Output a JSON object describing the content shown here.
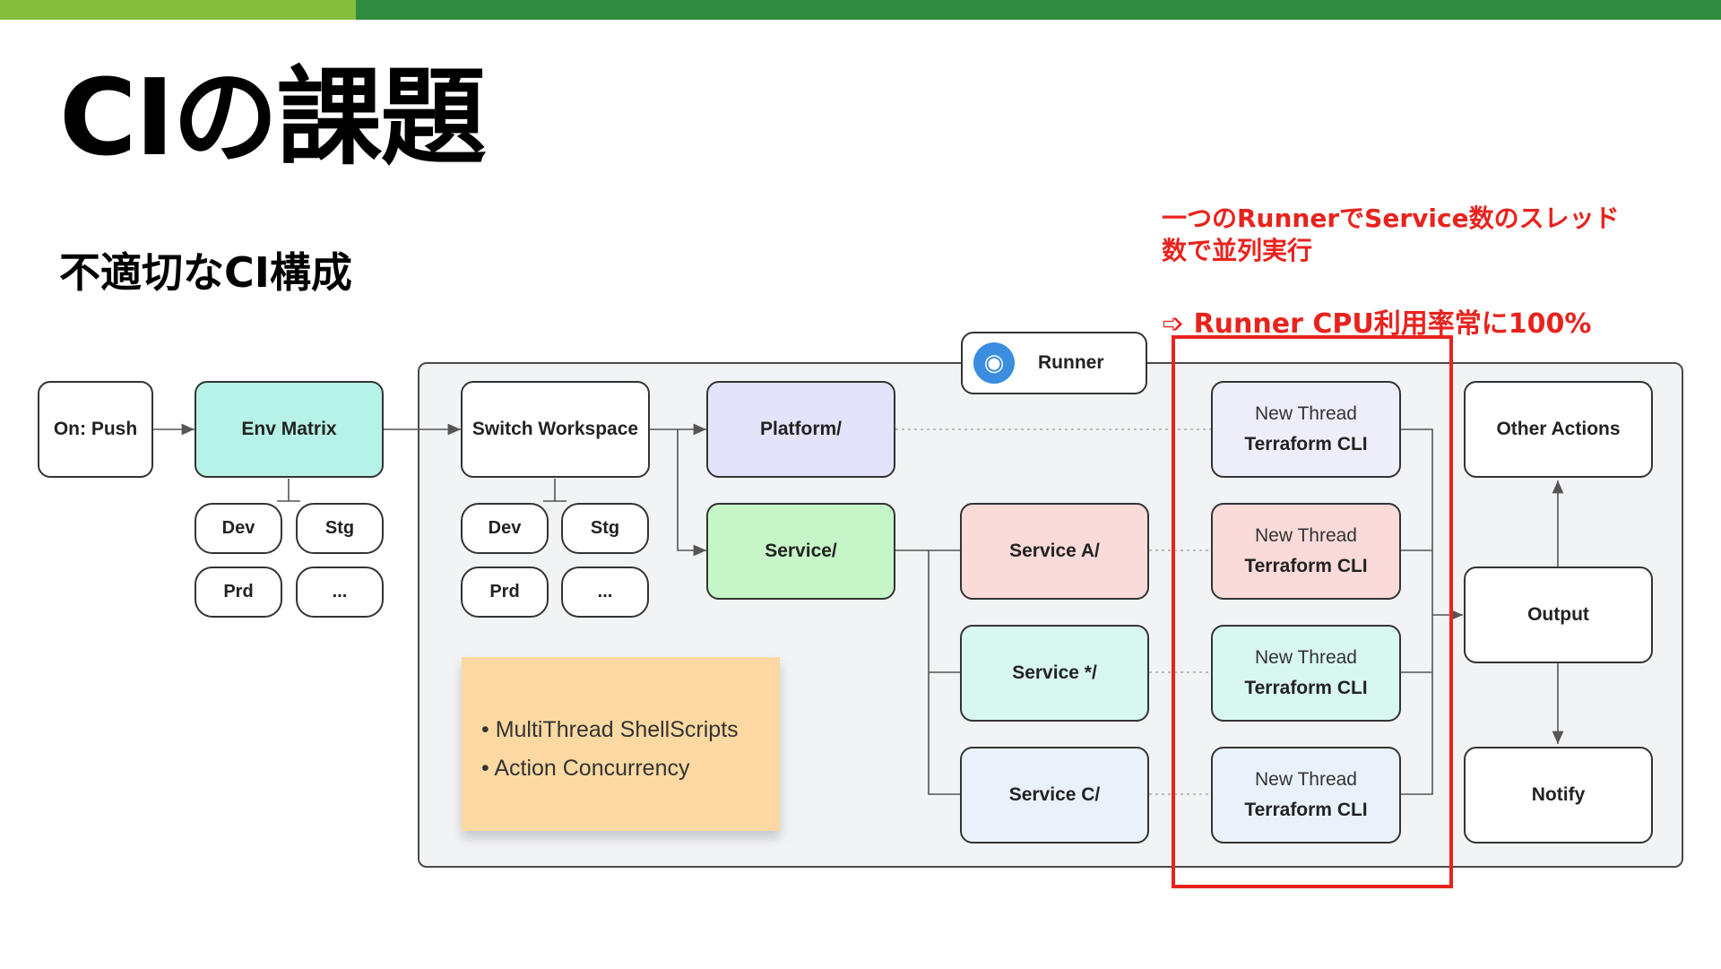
{
  "title": "CIの課題",
  "subtitle": "不適切なCI構成",
  "annotation": {
    "text": "一つのRunnerでService数のスレッド数で並列実行",
    "result": "➩ Runner CPU利用率常に100%"
  },
  "runner_label": "Runner",
  "github_icon": "github-icon",
  "nodes": {
    "on_push": "On: Push",
    "env_matrix": "Env Matrix",
    "env_dev": "Dev",
    "env_stg": "Stg",
    "env_prd": "Prd",
    "env_more": "...",
    "switch_workspace": "Switch Workspace",
    "ws_dev": "Dev",
    "ws_stg": "Stg",
    "ws_prd": "Prd",
    "ws_more": "...",
    "platform": "Platform/",
    "service": "Service/",
    "service_a": "Service A/",
    "service_star": "Service */",
    "service_c": "Service C/",
    "thread_line1": "New Thread",
    "thread_line2": "Terraform CLI",
    "other_actions": "Other Actions",
    "output": "Output",
    "notify": "Notify"
  },
  "sticky_note": {
    "item1": "• MultiThread ShellScripts",
    "item2": "• Action Concurrency"
  },
  "colors": {
    "env_matrix": "#b6f2e6",
    "platform": "#e3e3fb",
    "service": "#c6f6c8",
    "service_a": "#fbdada",
    "service_star": "#d8f7f1",
    "service_c": "#e9f2fb",
    "thread_platform": "#eeeefb",
    "thread_a": "#fbdada",
    "thread_star": "#d8f7f1",
    "thread_c": "#e9f2fb",
    "annotation_red": "#e8231d",
    "sticky": "#fcd9a2"
  }
}
